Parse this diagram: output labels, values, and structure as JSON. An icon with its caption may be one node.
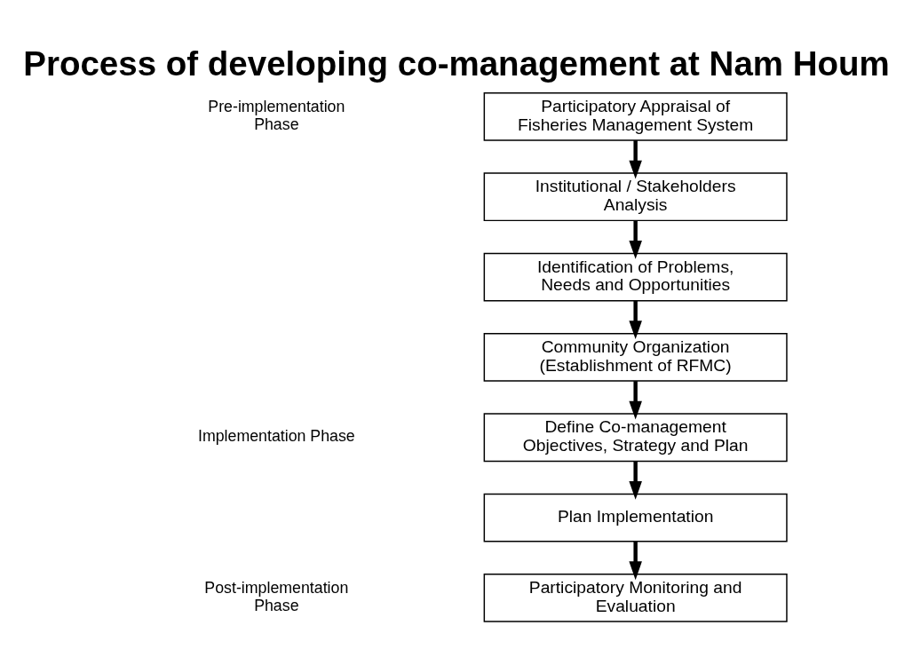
{
  "diagram": {
    "title": "Process of developing co-management at Nam Houm",
    "nodes": [
      {
        "text": [
          "Participatory Appraisal of Fisheries Management System"
        ]
      },
      {
        "text": [
          "Institutional / Stakeholders Analysis"
        ]
      },
      {
        "text": [
          "Identification of Problems, Needs and Opportunities"
        ]
      },
      {
        "text": [
          "Community Organization (Establishment of RFMC)"
        ]
      },
      {
        "text": [
          "Define Co-management Objectives, Strategy and Plan"
        ]
      },
      {
        "text": [
          "Plan Implementation"
        ]
      },
      {
        "text": [
          "Participatory Monitoring and Evaluation"
        ]
      }
    ],
    "edges": [
      {
        "from": 0,
        "to": 1,
        "arrow": "to"
      },
      {
        "from": 1,
        "to": 2,
        "arrow": "to"
      },
      {
        "from": 2,
        "to": 3,
        "arrow": "to"
      },
      {
        "from": 3,
        "to": 4,
        "arrow": "to"
      },
      {
        "from": 4,
        "to": 5,
        "arrow": "to"
      },
      {
        "from": 5,
        "to": 6,
        "arrow": "to"
      }
    ],
    "labels": [
      "Pre-implementation Phase",
      "Implementation Phase",
      "Post-implementation Phase"
    ]
  }
}
